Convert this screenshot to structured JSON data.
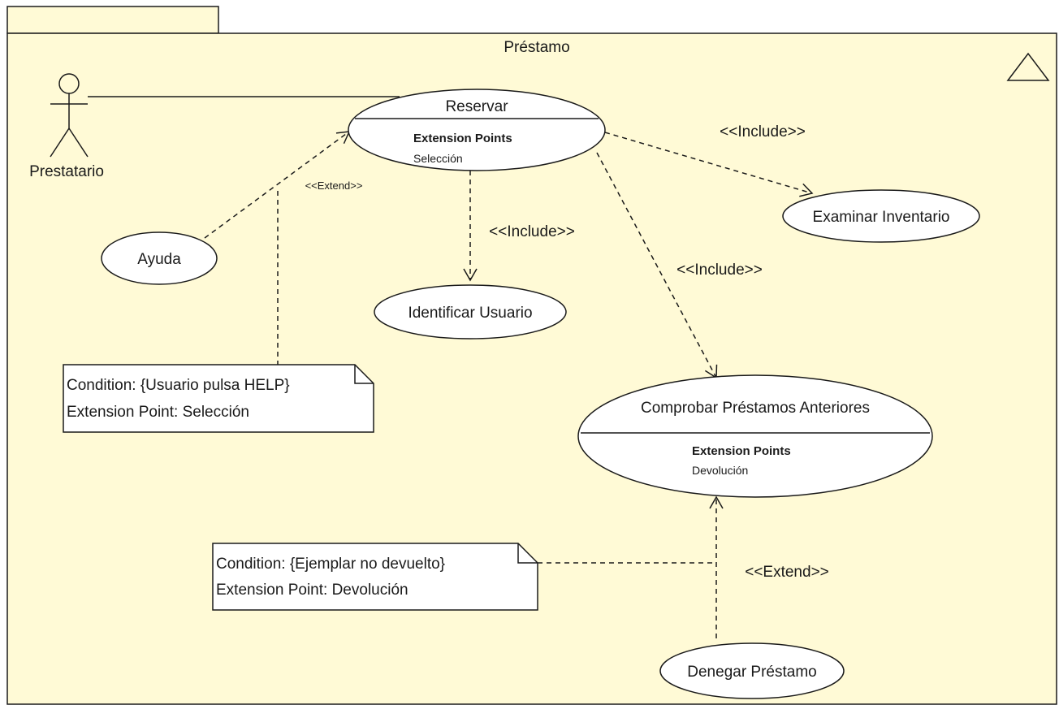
{
  "package": {
    "name": "Préstamo"
  },
  "actor": {
    "name": "Prestatario"
  },
  "use_cases": {
    "reservar": {
      "name": "Reservar",
      "ext_header": "Extension Points",
      "ext_point": "Selección"
    },
    "examinar": {
      "name": "Examinar Inventario"
    },
    "ayuda": {
      "name": "Ayuda"
    },
    "identificar": {
      "name": "Identificar Usuario"
    },
    "comprobar": {
      "name": "Comprobar Préstamos Anteriores",
      "ext_header": "Extension Points",
      "ext_point": "Devolución"
    },
    "denegar": {
      "name": "Denegar Préstamo"
    }
  },
  "relations": {
    "include_examinar": "<<Include>>",
    "include_identificar": "<<Include>>",
    "include_comprobar": "<<Include>>",
    "extend_ayuda": "<<Extend>>",
    "extend_denegar": "<<Extend>>"
  },
  "notes": {
    "help": {
      "line1": "Condition: {Usuario pulsa HELP}",
      "line2": "Extension Point: Selección"
    },
    "devuelto": {
      "line1": "Condition: {Ejemplar no devuelto}",
      "line2": "Extension Point: Devolución"
    }
  },
  "colors": {
    "package_fill": "#fffad6",
    "stroke": "#1a1a1a"
  }
}
